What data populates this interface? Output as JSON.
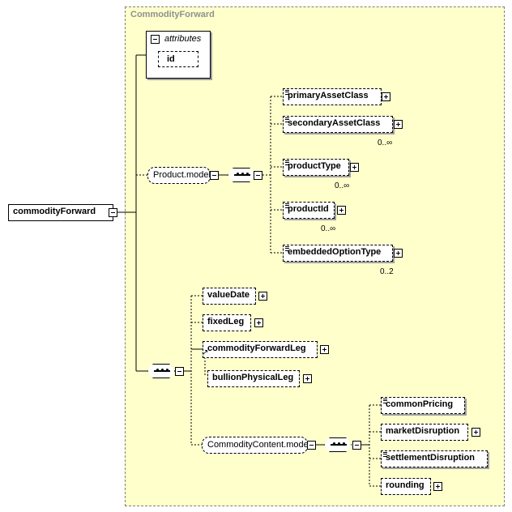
{
  "complex_type": {
    "name": "CommodityForward"
  },
  "root_element": {
    "name": "commodityForward"
  },
  "attributes": {
    "label": "attributes",
    "items": [
      "id"
    ]
  },
  "product_model_group": {
    "name": "Product.model",
    "children": [
      {
        "name": "primaryAssetClass",
        "occurs": ""
      },
      {
        "name": "secondaryAssetClass",
        "occurs": "0..∞"
      },
      {
        "name": "productType",
        "occurs": "0..∞"
      },
      {
        "name": "productId",
        "occurs": "0..∞"
      },
      {
        "name": "embeddedOptionType",
        "occurs": "0..2"
      }
    ]
  },
  "main_sequence": {
    "children": [
      {
        "name": "valueDate"
      },
      {
        "name": "fixedLeg"
      },
      {
        "name": "commodityForwardLeg"
      },
      {
        "name": "bullionPhysicalLeg"
      }
    ]
  },
  "commodity_content_group": {
    "name": "CommodityContent.model",
    "children": [
      {
        "name": "commonPricing"
      },
      {
        "name": "marketDisruption"
      },
      {
        "name": "settlementDisruption"
      },
      {
        "name": "rounding"
      }
    ]
  }
}
